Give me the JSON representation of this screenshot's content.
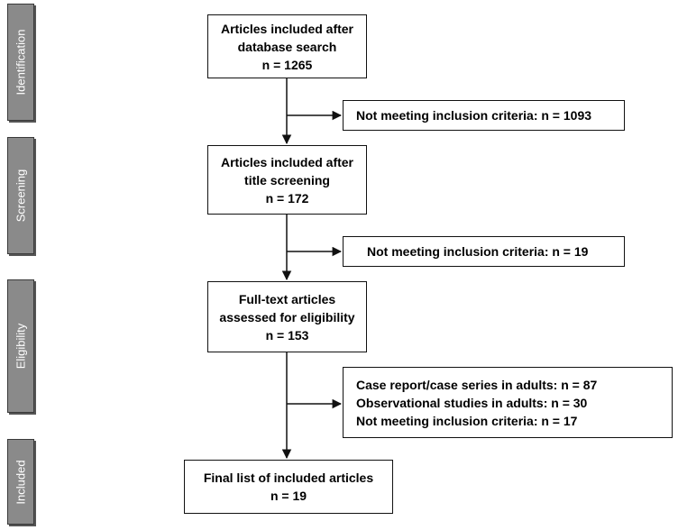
{
  "stages": [
    {
      "id": "identification",
      "label": "Identification"
    },
    {
      "id": "screening",
      "label": "Screening"
    },
    {
      "id": "eligibility",
      "label": "Eligibility"
    },
    {
      "id": "included",
      "label": "Included"
    }
  ],
  "main_boxes": [
    {
      "id": "identified",
      "lines": [
        "Articles included after",
        "database search",
        "n = 1265"
      ]
    },
    {
      "id": "screened",
      "lines": [
        "Articles included after",
        "title screening",
        "n = 172"
      ]
    },
    {
      "id": "eligible",
      "lines": [
        "Full-text articles",
        "assessed for eligibility",
        "n = 153"
      ]
    },
    {
      "id": "final",
      "lines": [
        "Final list of included articles",
        "n = 19"
      ]
    }
  ],
  "exclusion_boxes": [
    {
      "id": "excluded-1",
      "lines": [
        "Not meeting inclusion criteria: n = 1093"
      ]
    },
    {
      "id": "excluded-2",
      "lines": [
        "Not meeting inclusion criteria: n = 19"
      ]
    },
    {
      "id": "excluded-3",
      "lines": [
        "Case report/case series in adults: n = 87",
        "Observational studies in adults: n = 30",
        "Not meeting inclusion criteria:  n = 17"
      ]
    }
  ],
  "colors": {
    "stage_fill": "#8a8a8a",
    "line": "#111111"
  }
}
